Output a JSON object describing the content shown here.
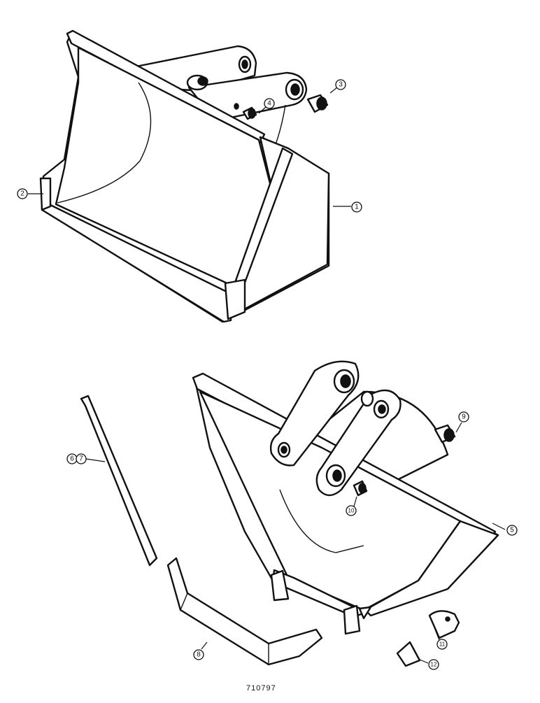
{
  "callouts": {
    "c1": "1",
    "c2": "2",
    "c3": "3",
    "c4": "4",
    "c5": "5",
    "c67": "6 7",
    "c8": "8",
    "c9": "9",
    "c10": "10",
    "c11": "11",
    "c12": "12"
  },
  "figure_number": "710797"
}
